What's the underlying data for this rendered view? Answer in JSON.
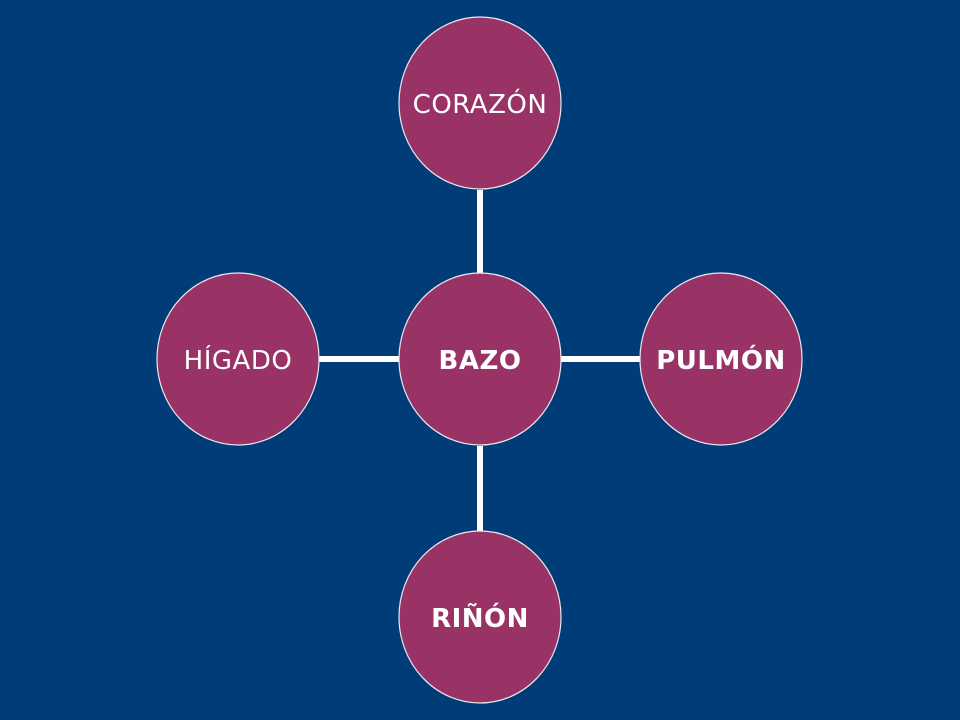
{
  "diagram": {
    "center": {
      "label": "BAZO"
    },
    "nodes": [
      {
        "id": "top",
        "label": "CORAZÓN"
      },
      {
        "id": "right",
        "label": "PULMÓN"
      },
      {
        "id": "bottom",
        "label": "RIÑÓN"
      },
      {
        "id": "left",
        "label": "HÍGADO"
      }
    ]
  },
  "colors": {
    "background": "#003d78",
    "node_fill": "#993366",
    "connector": "#ffffff",
    "text": "#ffffff"
  }
}
